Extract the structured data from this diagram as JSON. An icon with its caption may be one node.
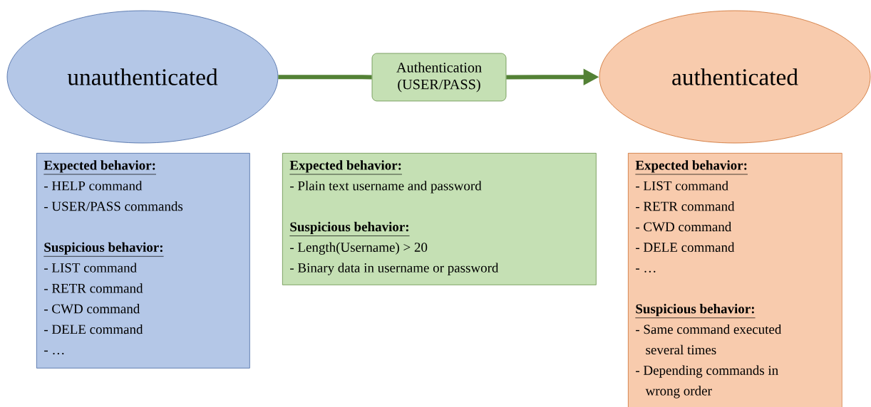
{
  "diagram": {
    "nodes": [
      {
        "text": [
          "unauthenticated"
        ]
      },
      {
        "text": [
          "Authentication (USER/PASS)"
        ]
      },
      {
        "text": [
          "authenticated"
        ]
      },
      {
        "text": [
          "Expected behavior:",
          "- HELP command",
          "- USER/PASS commands",
          "Suspicious behavior:",
          "- LIST command",
          "- RETR command",
          "- CWD command",
          "- DELE command",
          "- …"
        ]
      },
      {
        "text": [
          "Expected behavior:",
          "- Plain text username and password",
          "Suspicious behavior:",
          "- Length(Username) > 20",
          "- Binary data in username or password"
        ]
      },
      {
        "text": [
          "Expected behavior:",
          "- LIST command",
          "- RETR command",
          "- CWD command",
          "- DELE command",
          "- …",
          "Suspicious behavior:",
          "- Same command executed several times",
          "- Depending commands in wrong order"
        ]
      }
    ],
    "edges": [
      {
        "from": 0,
        "to": 1,
        "arrow": "none",
        "color": "#538135"
      },
      {
        "from": 1,
        "to": 2,
        "arrow": "to",
        "color": "#538135"
      }
    ]
  }
}
